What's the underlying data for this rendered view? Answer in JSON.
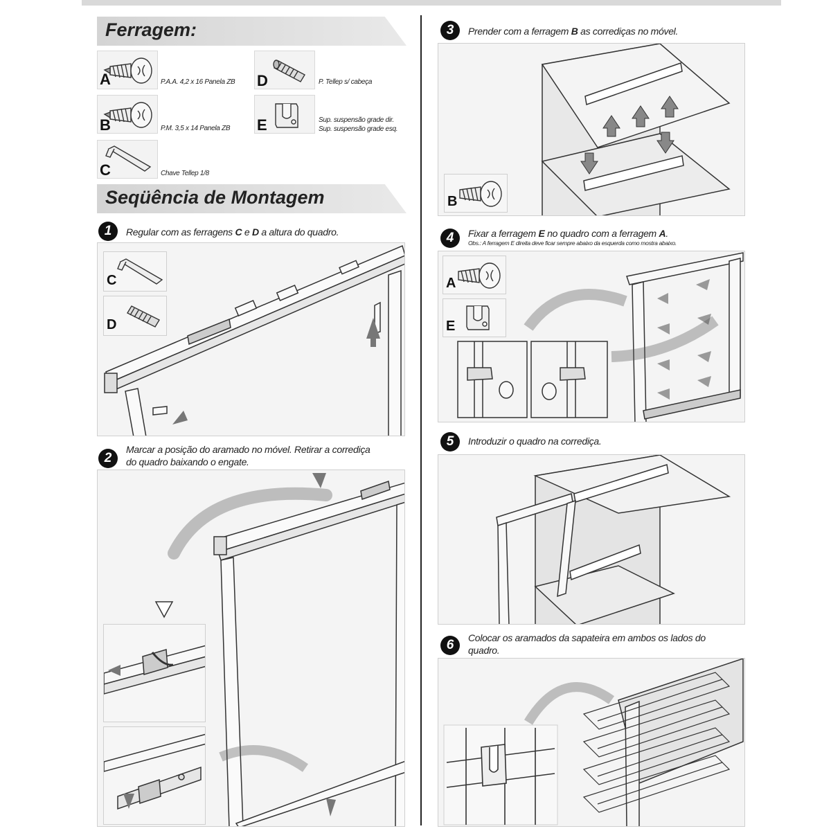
{
  "hardware": {
    "title": "Ferragem:",
    "items": [
      {
        "letter": "A",
        "desc": "P.A.A. 4,2 x 16 Panela ZB",
        "icon": "screw-icon"
      },
      {
        "letter": "B",
        "desc": "P.M. 3,5 x 14 Panela ZB",
        "icon": "screw-icon"
      },
      {
        "letter": "C",
        "desc": "Chave Tellep 1/8",
        "icon": "allen-key-icon"
      },
      {
        "letter": "D",
        "desc": "P. Tellep s/ cabeça",
        "icon": "headless-screw-icon"
      },
      {
        "letter": "E",
        "desc1": "Sup. suspensão grade dir.",
        "desc2": "Sup. suspensão grade esq.",
        "icon": "bracket-icon"
      }
    ]
  },
  "sequence": {
    "title": "Seqüência de Montagem",
    "steps": [
      {
        "num": "1",
        "pre": "Regular com as ferragens ",
        "b1": "C",
        "mid": " e ",
        "b2": "D",
        "post": " a altura do quadro.",
        "insets": [
          "C",
          "D"
        ]
      },
      {
        "num": "2",
        "line1": "Marcar a posição do aramado no móvel. Retirar a corrediça",
        "line2": "do quadro baixando o engate."
      },
      {
        "num": "3",
        "pre": "Prender com a ferragem ",
        "b1": "B",
        "post": " as corrediças no móvel.",
        "insets": [
          "B"
        ]
      },
      {
        "num": "4",
        "pre": "Fixar a ferragem ",
        "b1": "E",
        "mid": " no quadro com a ferragem ",
        "b2": "A",
        "post": ".",
        "note": "Obs.: A ferragem E direita deve ficar sempre abaixo da esquerda como mostra abaixo.",
        "insets": [
          "A",
          "E"
        ]
      },
      {
        "num": "5",
        "text": "Introduzir o quadro na corrediça."
      },
      {
        "num": "6",
        "line1": "Colocar os aramados da sapateira em ambos os lados do",
        "line2": "quadro."
      }
    ]
  }
}
